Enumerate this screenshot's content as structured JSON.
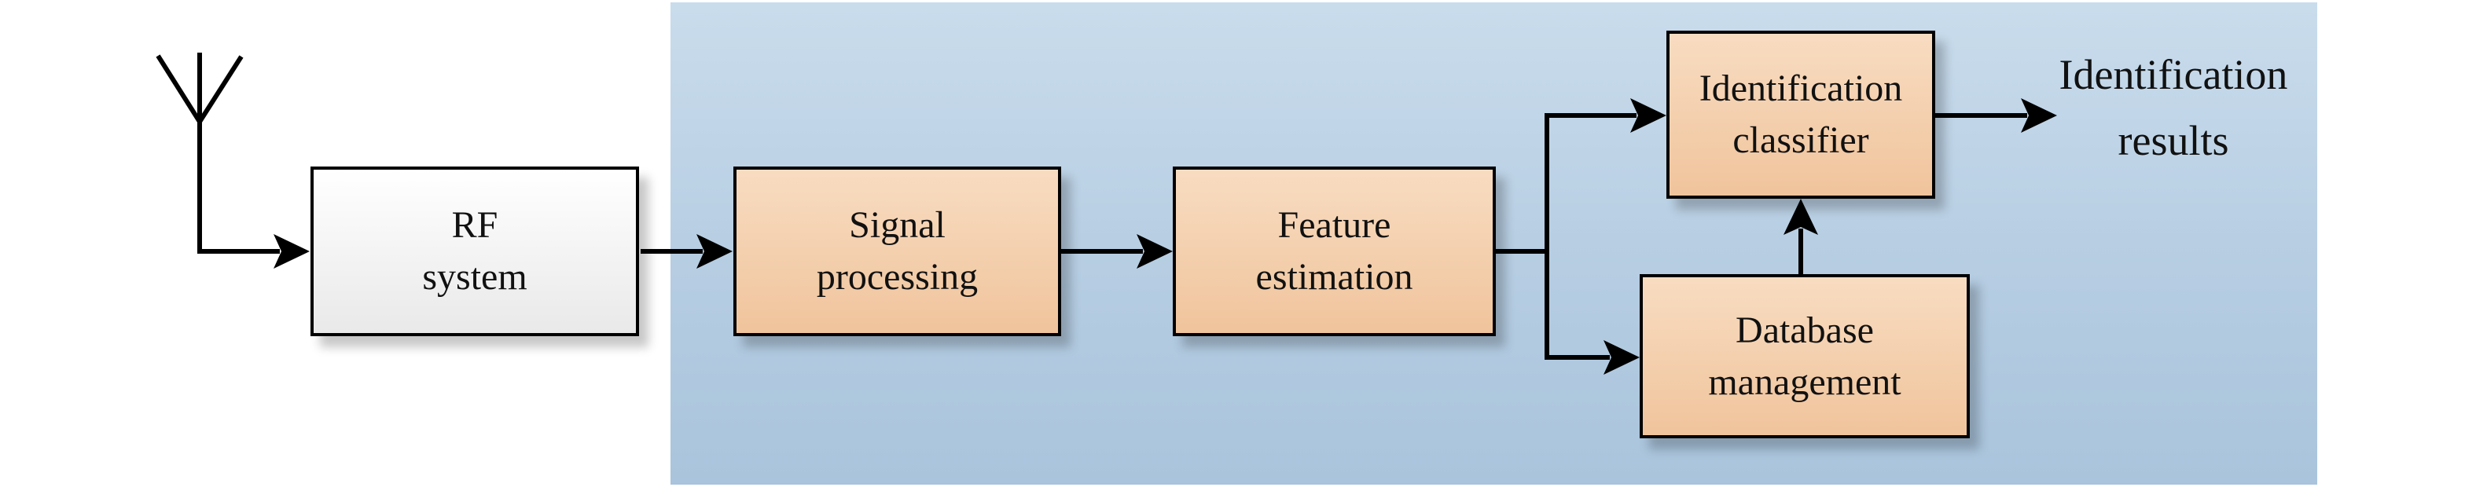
{
  "colors": {
    "page-bg": "#ffffff",
    "panel-top": "#c9dcec",
    "panel-mid": "#b6cde2",
    "panel-bottom": "#a9c4dc",
    "box-orange-top": "#f8dcc1",
    "box-orange-bottom": "#f0c49c",
    "box-white-top": "#ffffff",
    "box-white-bottom": "#e9e9e9",
    "line-color": "#000000",
    "text-color": "#111111"
  },
  "diagram": {
    "boxes": {
      "rf": {
        "line1": "RF",
        "line2": "system"
      },
      "signal": {
        "line1": "Signal",
        "line2": "processing"
      },
      "feature": {
        "line1": "Feature",
        "line2": "estimation"
      },
      "classifier": {
        "line1": "Identification",
        "line2": "classifier"
      },
      "database": {
        "line1": "Database",
        "line2": "management"
      }
    },
    "output_label": {
      "line1": "Identification",
      "line2": "results"
    }
  }
}
